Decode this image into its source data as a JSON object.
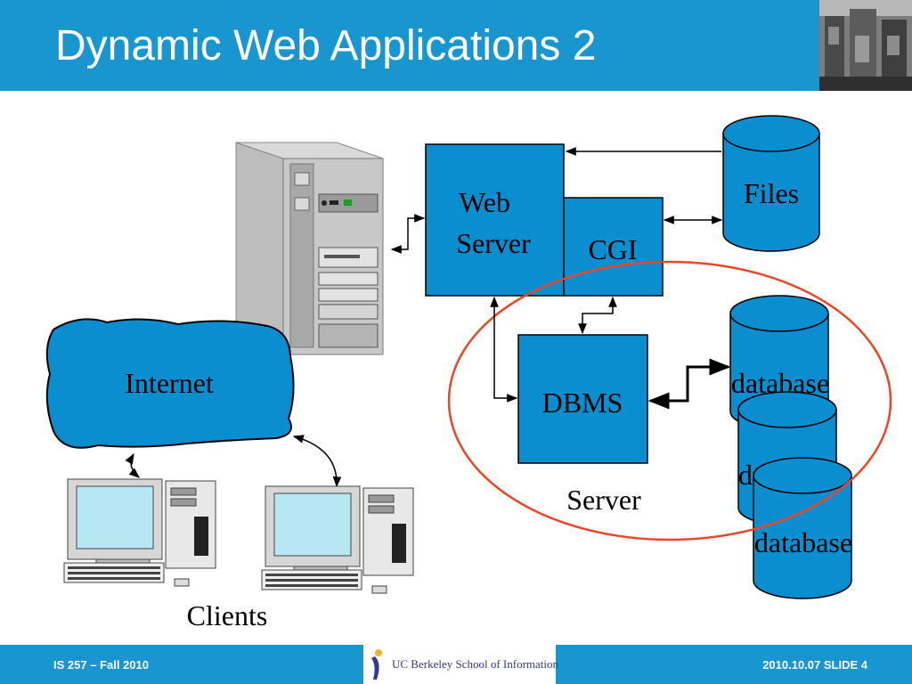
{
  "slide": {
    "title": "Dynamic Web Applications 2",
    "footer_left": "IS 257 – Fall 2010",
    "footer_logo_text": "UC Berkeley School of Information",
    "footer_right": "2010.10.07 SLIDE 4"
  },
  "diagram": {
    "web_server": [
      "Web",
      "Server"
    ],
    "cgi": "CGI",
    "files": "Files",
    "dbms": "DBMS",
    "databases": [
      "database",
      "database",
      "database"
    ],
    "internet": "Internet",
    "server_label": "Server",
    "clients_label": "Clients"
  },
  "colors": {
    "header": "#1996d0",
    "node_fill": "#0a8ecf",
    "highlight_ellipse": "#e8472a"
  },
  "icons": [
    "server-tower-icon",
    "client-computer-icon",
    "campus-photo-icon",
    "berkeley-logo-icon"
  ]
}
